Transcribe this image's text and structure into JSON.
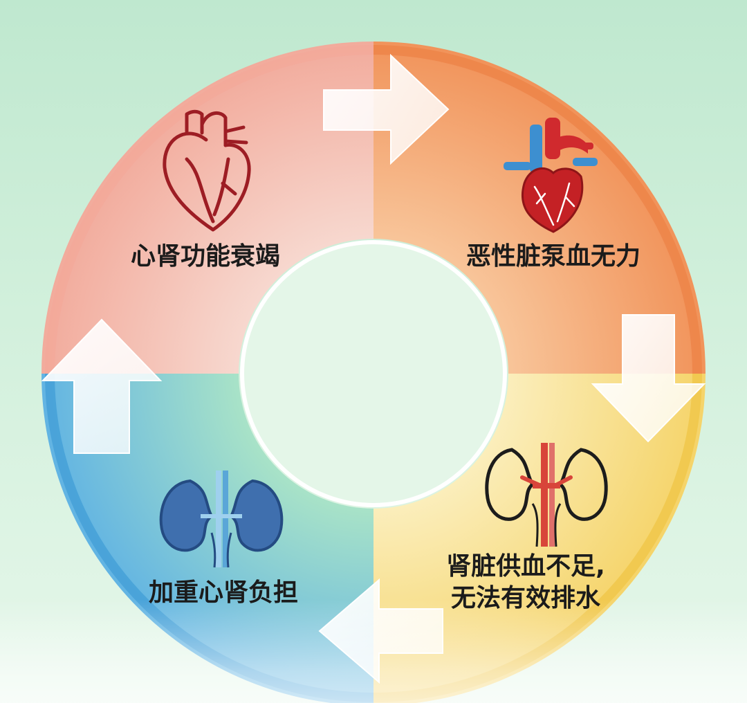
{
  "cycle": {
    "steps": [
      {
        "label": "心肾功能衰竭",
        "icon": "heart-outline-icon",
        "color": "#f2b3a6"
      },
      {
        "label": "恶性脏泵血无力",
        "icon": "heart-anatomical-icon",
        "color": "#f3a46e"
      },
      {
        "label": [
          "肾脏供血不足,",
          "无法有效排水"
        ],
        "icon": "kidneys-outline-icon",
        "color": "#f7dc84"
      },
      {
        "label": "加重心肾负担",
        "icon": "kidneys-blue-icon",
        "color": "#7cc3e6"
      }
    ]
  }
}
